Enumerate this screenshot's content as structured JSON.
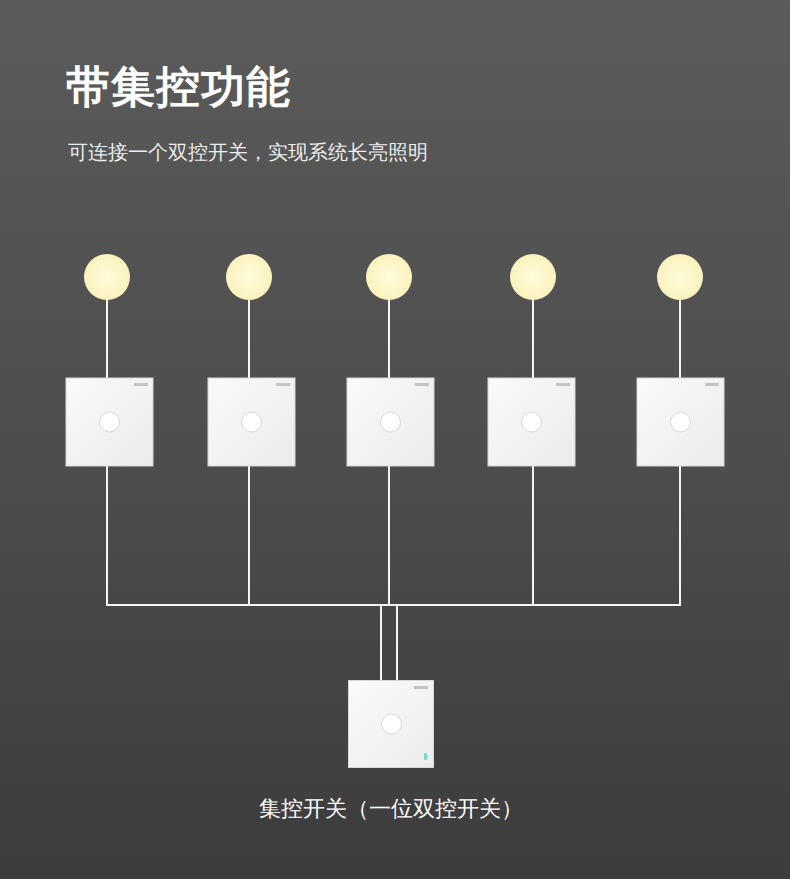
{
  "diagram": {
    "title": "带集控功能",
    "nodes": [
      {
        "text": [
          "集控开关（一位双控开关）"
        ]
      }
    ],
    "labels": [
      "可连接一个双控开关，实现系统长亮照明"
    ]
  }
}
